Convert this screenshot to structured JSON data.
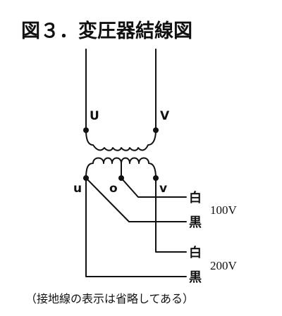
{
  "title": "図３．変圧器結線図",
  "primary_terminals": {
    "u_upper": "U",
    "v_upper": "V"
  },
  "secondary_terminals": {
    "u_lower": "u",
    "o_lower": "o",
    "v_lower": "v"
  },
  "wires": {
    "white_1": "白",
    "black_1": "黒",
    "white_2": "白",
    "black_2": "黒"
  },
  "voltages": {
    "v100": "100V",
    "v200": "200V"
  },
  "note": "（接地線の表示は省略してある）"
}
